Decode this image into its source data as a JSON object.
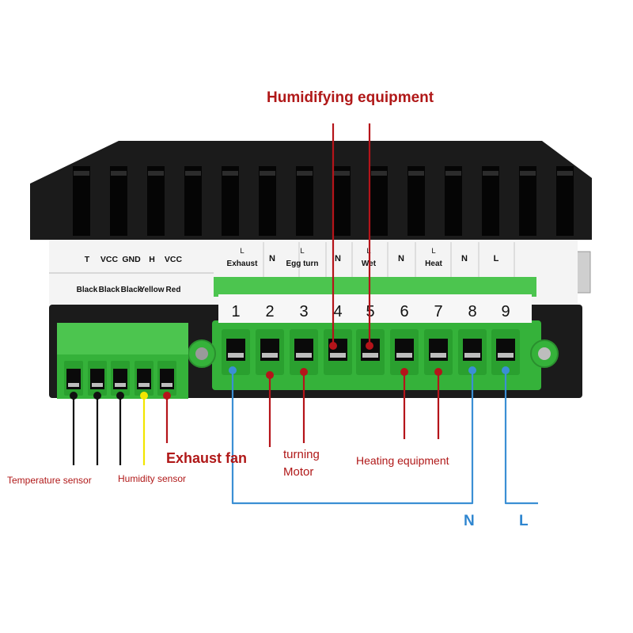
{
  "diagram": {
    "colors": {
      "housing": "#1b1b1b",
      "label_strip": "#f4f4f4",
      "connector_green": "#37b83c",
      "wire_red": "#b5141a",
      "wire_blue": "#3b8fd4",
      "wire_black": "#111111",
      "wire_yellow": "#f2e600"
    },
    "sensor_header": {
      "pins": [
        {
          "top": "T",
          "bottom": "Black",
          "wire": "black"
        },
        {
          "top": "VCC",
          "bottom": "Black",
          "wire": "black"
        },
        {
          "top": "GND",
          "bottom": "Black",
          "wire": "black"
        },
        {
          "top": "H",
          "bottom": "Yellow",
          "wire": "yellow"
        },
        {
          "top": "VCC",
          "bottom": "Red",
          "wire": "red"
        }
      ]
    },
    "power_strip": {
      "labels": [
        {
          "line1": "L",
          "line2": "Exhaust"
        },
        {
          "line1": "",
          "line2": "N"
        },
        {
          "line1": "L",
          "line2": "Egg turn"
        },
        {
          "line1": "",
          "line2": "N"
        },
        {
          "line1": "L",
          "line2": "Wet"
        },
        {
          "line1": "",
          "line2": "N"
        },
        {
          "line1": "L",
          "line2": "Heat"
        },
        {
          "line1": "",
          "line2": "N"
        },
        {
          "line1": "",
          "line2": "L"
        }
      ],
      "terminals": [
        "1",
        "2",
        "3",
        "4",
        "5",
        "6",
        "7",
        "8",
        "9"
      ]
    },
    "annotations": {
      "humidifying": "Humidifying equipment",
      "exhaust_fan": "Exhaust fan",
      "turning_line1": "turning",
      "turning_line2": "Motor",
      "heating": "Heating equipment",
      "temperature_sensor": "Temperature sensor",
      "humidity_sensor": "Humidity sensor",
      "neutral": "N",
      "live": "L"
    }
  }
}
